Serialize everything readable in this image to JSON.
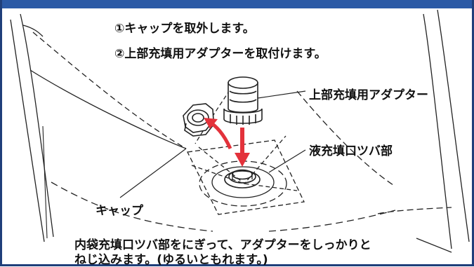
{
  "instructions": {
    "step1": "①キャップを取外します。",
    "step2": "②上部充填用アダプターを取付けます。"
  },
  "labels": {
    "adapter": "上部充填用アダプター",
    "neck": "液充填口ツバ部",
    "cap": "キャップ"
  },
  "note": {
    "line1": "内袋充填口ツバ部をにぎって、アダプターをしっかりと",
    "line2": "ねじ込みます。(ゆるいともれます。)"
  },
  "colors": {
    "frame_border": "#1f3f7a",
    "top_bar": "#2b5aa6",
    "arrow": "#e3323b",
    "line_art": "#222222"
  }
}
